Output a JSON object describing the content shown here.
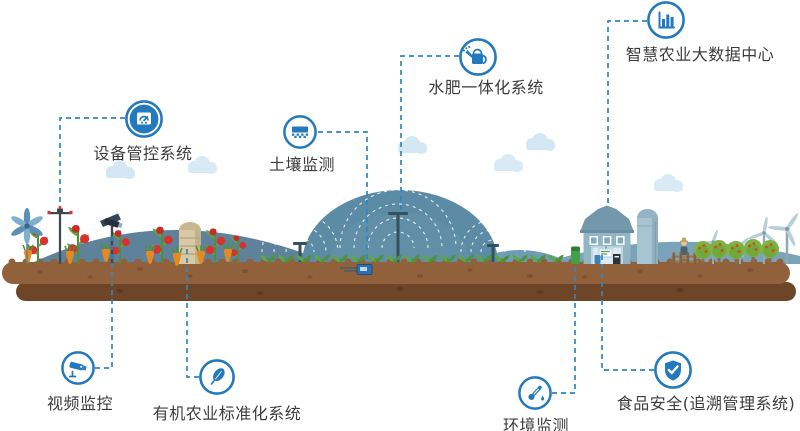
{
  "meta": {
    "accent_color": "#2279bd",
    "dash_color": "#2f86c4",
    "scene": "smart-agriculture-farm-illustration"
  },
  "diagram": {
    "callouts": [
      {
        "id": "equipment-control",
        "label": "设备管控系统",
        "icon": "gauge-icon"
      },
      {
        "id": "soil-monitoring",
        "label": "土壤监测",
        "icon": "soil-layers-icon"
      },
      {
        "id": "water-fertilizer-system",
        "label": "水肥一体化系统",
        "icon": "watering-can-icon"
      },
      {
        "id": "big-data-center",
        "label": "智慧农业大数据中心",
        "icon": "bar-chart-icon"
      },
      {
        "id": "video-surveillance",
        "label": "视频监控",
        "icon": "cctv-camera-icon"
      },
      {
        "id": "organic-standardization",
        "label": "有机农业标准化系统",
        "icon": "leaf-icon"
      },
      {
        "id": "environment-monitoring",
        "label": "环境监测",
        "icon": "thermometer-icon"
      },
      {
        "id": "food-safety-trace",
        "label": "食品安全(追溯管理系统)",
        "icon": "shield-check-icon"
      }
    ]
  }
}
